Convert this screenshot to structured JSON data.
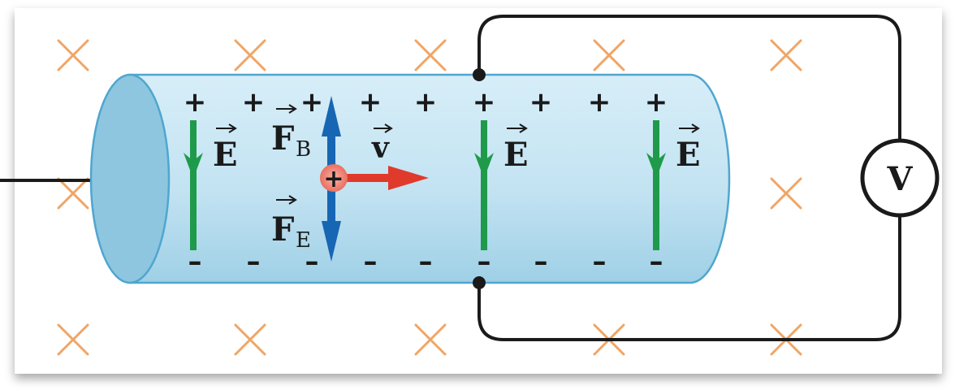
{
  "figure": {
    "colors": {
      "background": "#ffffff",
      "cylinder_fill": "#cde9f5",
      "cylinder_end": "#8ec6df",
      "cylinder_stroke": "#4fa6cf",
      "field_cross": "#f0a565",
      "e_field_arrow": "#1f9a4a",
      "force_arrow": "#1766b4",
      "velocity_arrow": "#e03a2c",
      "charge_fill": "#f08b7e",
      "wire": "#1a1a1a"
    },
    "icons": {
      "field_into_page": "cross-x",
      "charge": "plus-circle",
      "voltmeter": "circle-V"
    },
    "labels": {
      "e_field": "E",
      "force_b_main": "F",
      "force_b_sub": "B",
      "force_e_main": "F",
      "force_e_sub": "E",
      "velocity": "v",
      "charge_sign": "+",
      "top_sign": "+",
      "bottom_sign": "–",
      "voltmeter": "V"
    },
    "charge_counts": {
      "top_plus": 9,
      "bottom_minus": 9
    }
  }
}
